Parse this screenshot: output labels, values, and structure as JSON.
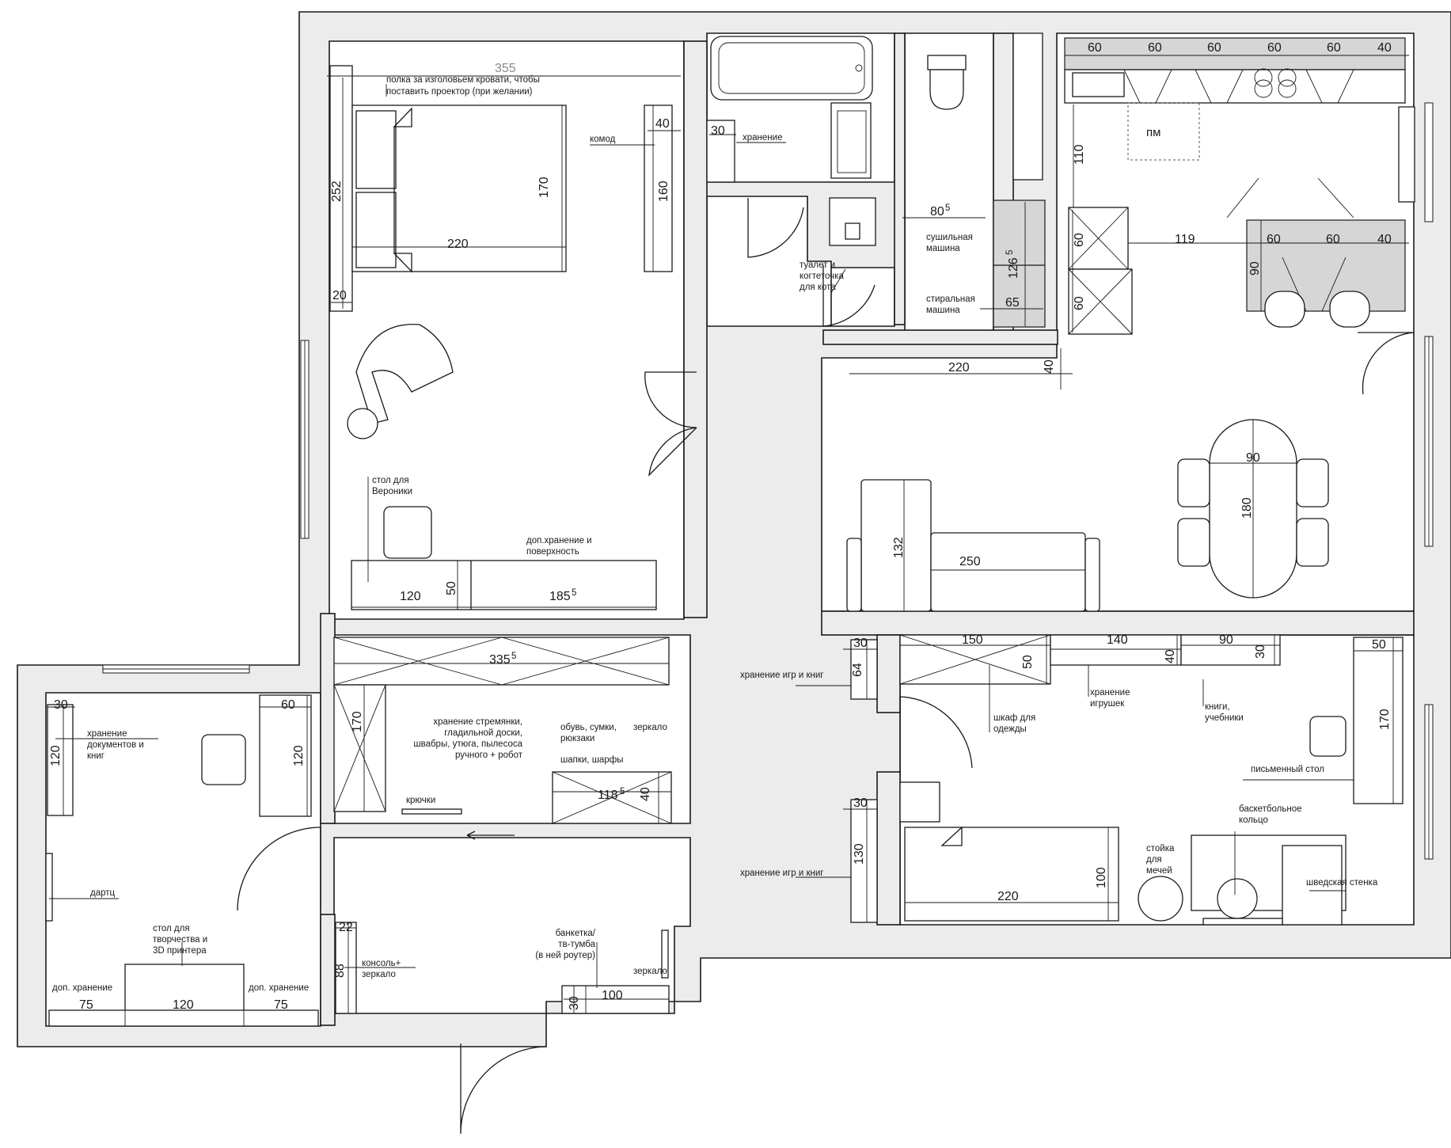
{
  "labels": {
    "shelf_line1": "полка за изголовьем кровати, чтобы",
    "shelf_line2": "поставить проектор (при желании)",
    "komod": "комод",
    "storage_bath": "хранение",
    "toilet_line1": "туалет и",
    "toilet_line2": "когтеточка",
    "toilet_line3": "для кота",
    "dryer_line1": "сушильная",
    "dryer_line2": "машина",
    "washer_line1": "стиральная",
    "washer_line2": "машина",
    "pm": "пм",
    "desk_vero_line1": "стол для",
    "desk_vero_line2": "Вероники",
    "extra_storage_line1": "доп.хранение и",
    "extra_storage_line2": "поверхность",
    "storage_games1": "хранение игр и книг",
    "storage_games2": "хранение игр и книг",
    "wardrobe_line1": "шкаф для",
    "wardrobe_line2": "одежды",
    "toys_line1": "хранение",
    "toys_line2": "игрушек",
    "books_line1": "книги,",
    "books_line2": "учебники",
    "writing_desk": "письменный стол",
    "basket_line1": "баскетбольное",
    "basket_line2": "кольцо",
    "swords_line1": "стойка",
    "swords_line2": "для",
    "swords_line3": "мечей",
    "swedish_wall": "шведская стенка",
    "ladder_line1": "хранение стремянки,",
    "ladder_line2": "гладильной доски,",
    "ladder_line3": "швабры, утюга, пылесоса",
    "ladder_line4": "ручного + робот",
    "shoes_line1": "обувь, сумки,",
    "shoes_line2": "рюкзаки",
    "mirror_top": "зеркало",
    "hats": "шапки, шарфы",
    "hooks": "крючки",
    "docs_line1": "хранение",
    "docs_line2": "документов и",
    "docs_line3": "книг",
    "darts": "дартц",
    "creative_line1": "стол для",
    "creative_line2": "творчества и",
    "creative_line3": "3D принтера",
    "extra_left": "доп. хранение",
    "extra_right": "доп. хранение",
    "console_line1": "консоль+",
    "console_line2": "зеркало",
    "bench_line1": "банкетка/",
    "bench_line2": "тв-тумба",
    "bench_line3": "(в ней роутер)",
    "mirror_bottom": "зеркало"
  },
  "dims": {
    "d355": "355",
    "d252": "252",
    "d170_bed": "170",
    "d220_bed": "220",
    "d20": "20",
    "d40_komod": "40",
    "d160": "160",
    "d30_bath": "30",
    "d80": "80",
    "d80_sup": "5",
    "d126": "126",
    "d126_sup": "5",
    "d65": "65",
    "d220_corr": "220",
    "d40_corr": "40",
    "k60a": "60",
    "k60b": "60",
    "k60c": "60",
    "k60d": "60",
    "k60e": "60",
    "k40": "40",
    "d110": "110",
    "d60v1": "60",
    "d60v2": "60",
    "d119": "119",
    "i60a": "60",
    "i60b": "60",
    "i40": "40",
    "d90_island": "90",
    "d90_table": "90",
    "d180": "180",
    "d132": "132",
    "d250": "250",
    "d120_desk": "120",
    "d50_desk": "50",
    "d185": "185",
    "d185_sup": "5",
    "d30_kid1": "30",
    "d64": "64",
    "d150": "150",
    "d50_ward": "50",
    "d140": "140",
    "d40_toys": "40",
    "d90_books": "90",
    "d30_books": "30",
    "d50_desk_r": "50",
    "d170_desk_r": "170",
    "d30_kid2": "30",
    "d130": "130",
    "d220_kidbed": "220",
    "d100_kidbed": "100",
    "d335": "335",
    "d335_sup": "5",
    "d170_hall": "170",
    "d118": "118",
    "d118_sup": "5",
    "d40_hall": "40",
    "d30_left": "30",
    "d120_left": "120",
    "d60_left": "60",
    "d120_left_cab": "120",
    "d75a": "75",
    "d120_bottom": "120",
    "d75b": "75",
    "d22": "22",
    "d88": "88",
    "d30_bench": "30",
    "d100_bench": "100"
  }
}
